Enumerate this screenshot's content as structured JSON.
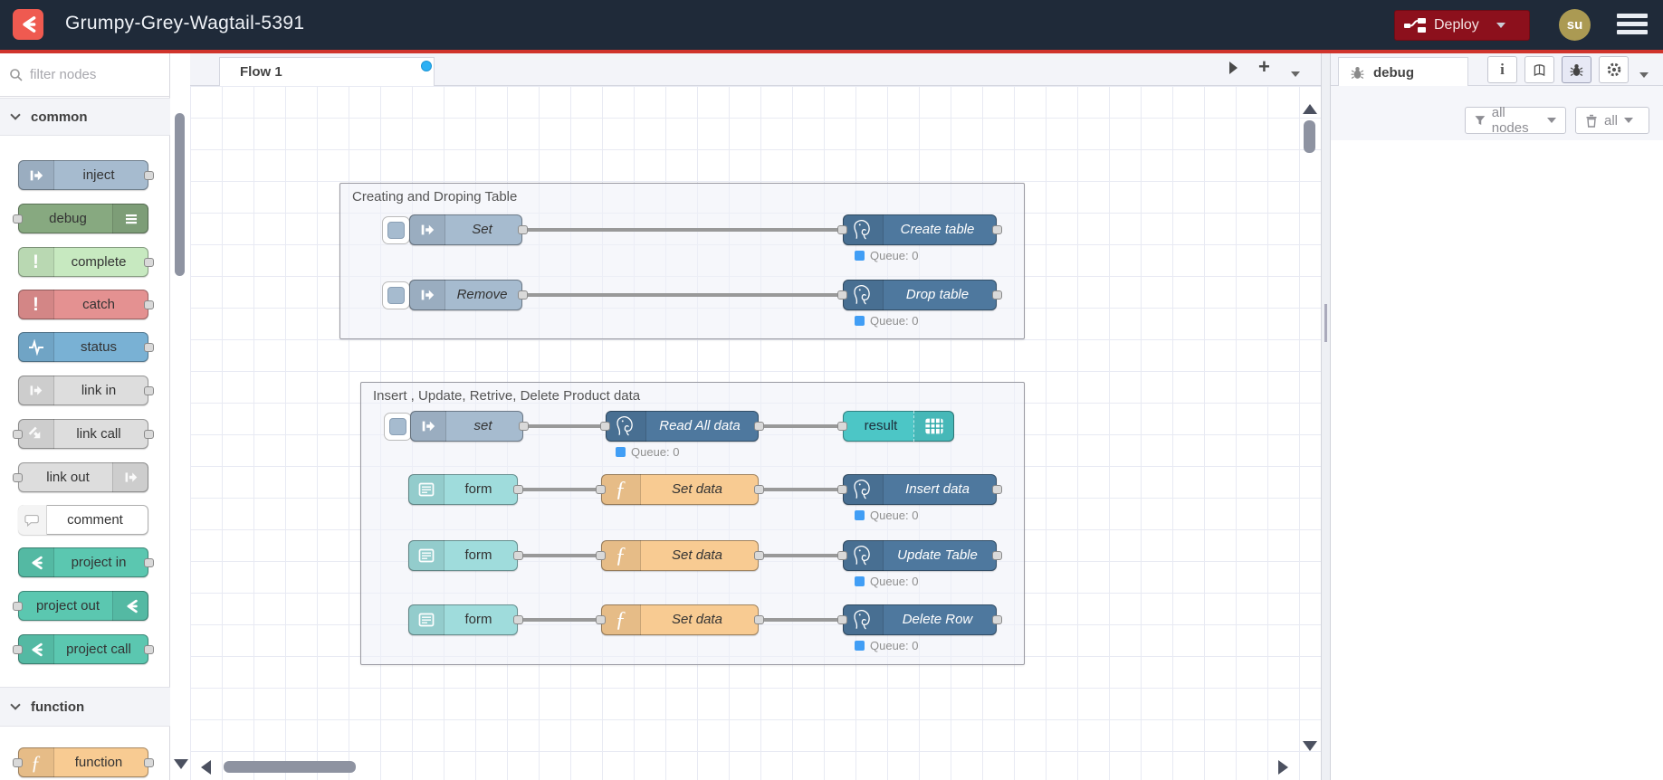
{
  "header": {
    "title": "Grumpy-Grey-Wagtail-5391",
    "deploy_label": "Deploy",
    "avatar": "su"
  },
  "palette": {
    "filter_placeholder": "filter nodes",
    "categories": [
      {
        "label": "common",
        "items": [
          "inject",
          "debug",
          "complete",
          "catch",
          "status",
          "link in",
          "link call",
          "link out",
          "comment",
          "project in",
          "project out",
          "project call"
        ]
      },
      {
        "label": "function",
        "items": [
          "function"
        ]
      }
    ]
  },
  "canvas": {
    "tab": "Flow 1",
    "groups": [
      {
        "title": "Creating and Droping Table",
        "rows": [
          {
            "source": "Set",
            "target": "Create table",
            "status": "Queue: 0"
          },
          {
            "source": "Remove",
            "target": "Drop table",
            "status": "Queue: 0"
          }
        ]
      },
      {
        "title": "Insert , Update, Retrive, Delete Product data",
        "rows": [
          {
            "source": "set",
            "mid": "Read All data",
            "target": "result",
            "status": "Queue: 0"
          },
          {
            "source": "form",
            "mid": "Set data",
            "target": "Insert data",
            "status": "Queue: 0"
          },
          {
            "source": "form",
            "mid": "Set data",
            "target": "Update Table",
            "status": "Queue: 0"
          },
          {
            "source": "form",
            "mid": "Set data",
            "target": "Delete Row",
            "status": "Queue: 0"
          }
        ]
      }
    ]
  },
  "sidebar": {
    "tab": "debug",
    "filter_all_nodes": "all nodes",
    "clear_all": "all"
  },
  "colors": {
    "header_bg": "#1f2a39",
    "deploy_red": "#8c101c",
    "undeployed_line": "#d0342c",
    "logo_red": "#ef5a50",
    "avatar_gold": "#ab9a53",
    "inject": "#a6bbcf",
    "debug": "#87a980",
    "complete": "#c7e9c0",
    "catch": "#e49191",
    "status_node": "#79b1d4",
    "link": "#dddddd",
    "project": "#5bc7b0",
    "function": "#f8cb92",
    "postgres": "#4e789e",
    "form": "#9fdcdc",
    "result": "#4cc6c6",
    "status_dot_blue": "#419ef5",
    "wire_grey": "#999999",
    "tab_dot_blue": "#2cb0f4"
  }
}
